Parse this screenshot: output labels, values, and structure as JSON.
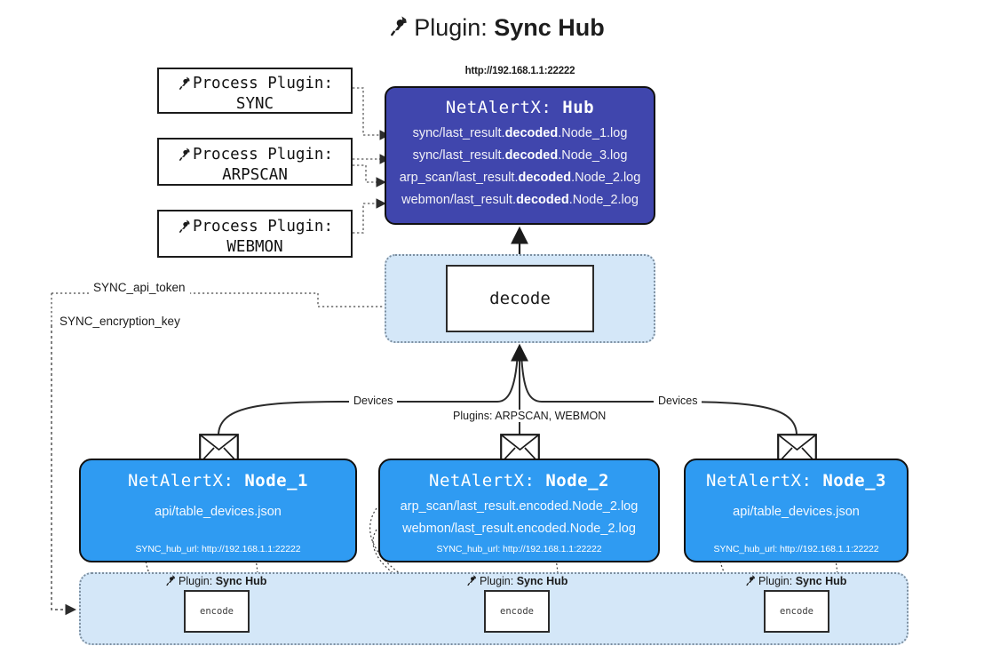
{
  "title": {
    "icon": "plug-icon",
    "prefix": "Plugin:",
    "name": "Sync Hub"
  },
  "process_plugins": [
    {
      "icon": "plug-icon",
      "line1": "Process Plugin:",
      "line2": "SYNC"
    },
    {
      "icon": "plug-icon",
      "line1": "Process Plugin:",
      "line2": "ARPSCAN"
    },
    {
      "icon": "plug-icon",
      "line1": "Process Plugin:",
      "line2": "WEBMON"
    }
  ],
  "hub": {
    "url": "http://192.168.1.1:22222",
    "title_prefix": "NetAlertX:",
    "title_name": "Hub",
    "color": "#4046ad",
    "logs": [
      {
        "pre": "sync/last_result.",
        "em": "decoded",
        "post": ".Node_1.log"
      },
      {
        "pre": "sync/last_result.",
        "em": "decoded",
        "post": ".Node_3.log"
      },
      {
        "pre": "arp_scan/last_result.",
        "em": "decoded",
        "post": ".Node_2.log"
      },
      {
        "pre": "webmon/last_result.",
        "em": "decoded",
        "post": ".Node_2.log"
      }
    ]
  },
  "decode": {
    "label": "decode",
    "container_color": "#d4e7f8"
  },
  "tokens": [
    {
      "label": "SYNC_api_token"
    },
    {
      "label": "SYNC_encryption_key"
    }
  ],
  "edge_captions": {
    "devices_left": "Devices",
    "plugins_center": "Plugins: ARPSCAN, WEBMON",
    "devices_right": "Devices"
  },
  "nodes": [
    {
      "icon": "envelope-icon",
      "title_prefix": "NetAlertX:",
      "title_name": "Node_1",
      "color": "#2f9bf2",
      "lines": [
        "api/table_devices.json"
      ],
      "hub_url_label": "SYNC_hub_url: http://192.168.1.1:22222"
    },
    {
      "icon": "envelope-icon",
      "title_prefix": "NetAlertX:",
      "title_name": "Node_2",
      "color": "#2f9bf2",
      "lines": [
        "arp_scan/last_result.encoded.Node_2.log",
        "webmon/last_result.encoded.Node_2.log"
      ],
      "hub_url_label": "SYNC_hub_url: http://192.168.1.1:22222"
    },
    {
      "icon": "envelope-icon",
      "title_prefix": "NetAlertX:",
      "title_name": "Node_3",
      "color": "#2f9bf2",
      "lines": [
        "api/table_devices.json"
      ],
      "hub_url_label": "SYNC_hub_url: http://192.168.1.1:22222"
    }
  ],
  "bottom_band": {
    "color": "#d4e7f8",
    "plugins": [
      {
        "icon": "plug-icon",
        "prefix": "Plugin:",
        "name": "Sync Hub",
        "box_label": "encode"
      },
      {
        "icon": "plug-icon",
        "prefix": "Plugin:",
        "name": "Sync Hub",
        "box_label": "encode"
      },
      {
        "icon": "plug-icon",
        "prefix": "Plugin:",
        "name": "Sync Hub",
        "box_label": "encode"
      }
    ]
  },
  "glyphs": {
    "plug": "🔌"
  }
}
